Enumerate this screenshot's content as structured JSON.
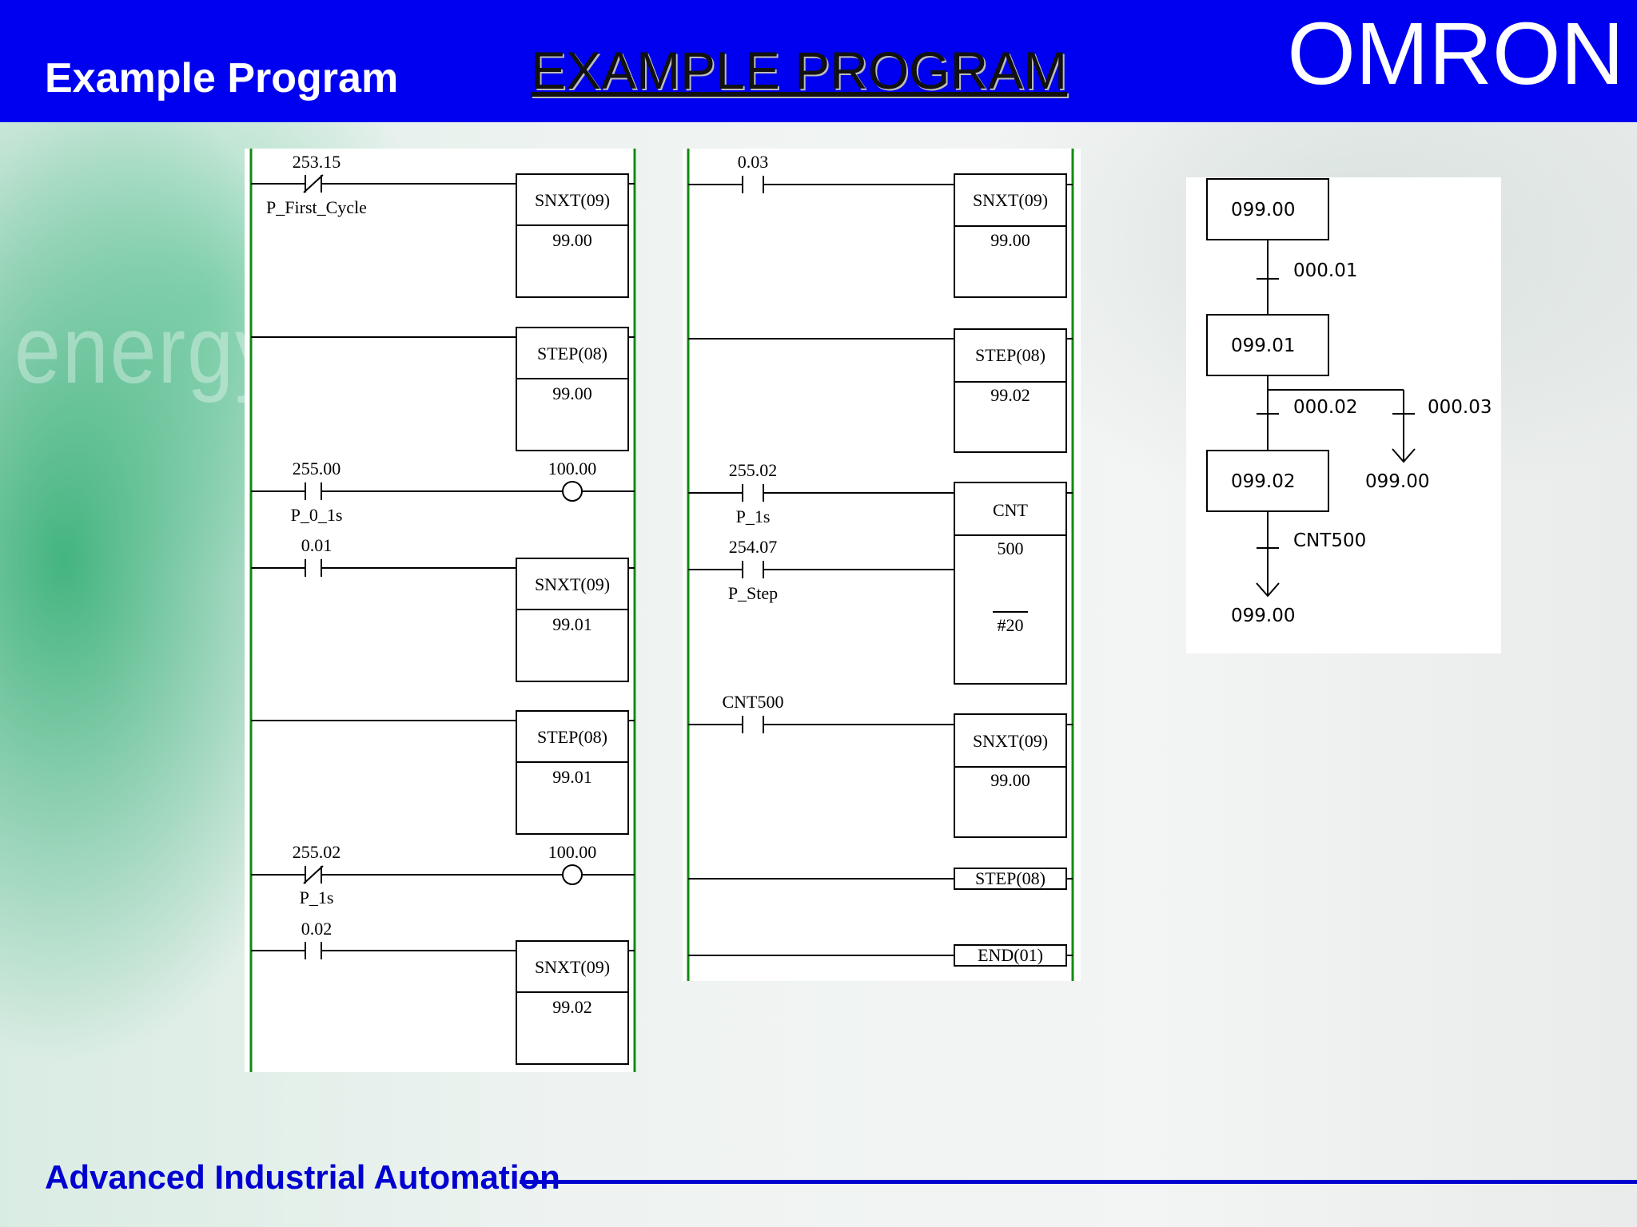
{
  "header": {
    "title": "Example Program",
    "main_title": "EXAMPLE PROGRAM",
    "logo": "OMRON"
  },
  "background": {
    "watermark": "energy"
  },
  "ladder_left": {
    "rungs": [
      {
        "contact": "253.15",
        "contact_type": "NC",
        "contact_label": "P_First_Cycle",
        "instruction": "SNXT(09)",
        "operand": "99.00"
      },
      {
        "instruction": "STEP(08)",
        "operand": "99.00"
      },
      {
        "contact": "255.00",
        "contact_type": "NO",
        "contact_label": "P_0_1s",
        "coil": "100.00"
      },
      {
        "contact": "0.01",
        "contact_type": "NO",
        "instruction": "SNXT(09)",
        "operand": "99.01"
      },
      {
        "instruction": "STEP(08)",
        "operand": "99.01"
      },
      {
        "contact": "255.02",
        "contact_type": "NC",
        "contact_label": "P_1s",
        "coil": "100.00"
      },
      {
        "contact": "0.02",
        "contact_type": "NO",
        "instruction": "SNXT(09)",
        "operand": "99.02"
      }
    ]
  },
  "ladder_right": {
    "rungs": [
      {
        "contact": "0.03",
        "contact_type": "NO",
        "instruction": "SNXT(09)",
        "operand": "99.00"
      },
      {
        "instruction": "STEP(08)",
        "operand": "99.02"
      },
      {
        "contact": "255.02",
        "contact_type": "NO",
        "contact_label": "P_1s",
        "contact2": "254.07",
        "contact2_type": "NO",
        "contact2_label": "P_Step",
        "instruction": "CNT",
        "operand": "500",
        "operand2": "#20"
      },
      {
        "contact": "CNT500",
        "contact_type": "NO",
        "instruction": "SNXT(09)",
        "operand": "99.00"
      },
      {
        "instruction": "STEP(08)"
      },
      {
        "instruction": "END(01)"
      }
    ]
  },
  "sfc": {
    "steps": [
      "099.00",
      "099.01",
      "099.02"
    ],
    "transitions": [
      "000.01",
      "000.02",
      "000.03",
      "CNT500"
    ],
    "jump_targets": [
      "099.00",
      "099.00"
    ]
  },
  "footer": {
    "text": "Advanced Industrial Automation"
  }
}
